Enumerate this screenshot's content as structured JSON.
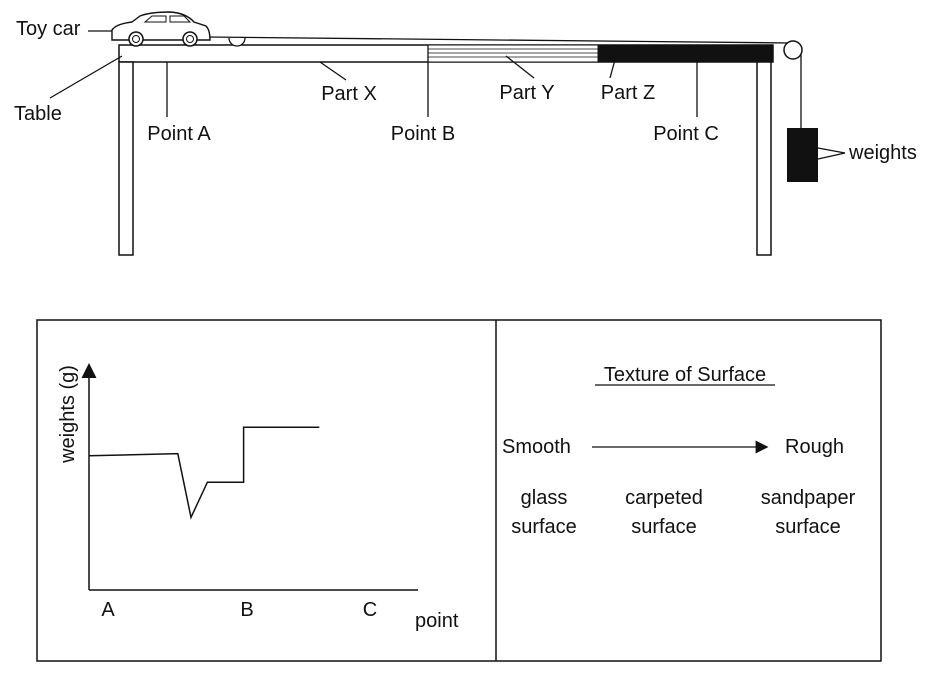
{
  "apparatus": {
    "toy_car_label": "Toy car",
    "table_label": "Table",
    "weights_label": "weights",
    "part_x_label": "Part X",
    "part_y_label": "Part Y",
    "part_z_label": "Part Z",
    "point_a_label": "Point A",
    "point_b_label": "Point B",
    "point_c_label": "Point C"
  },
  "graph_panel": {
    "y_axis_label": "weights (g)",
    "x_axis_label": "point",
    "tick_labels": [
      "A",
      "B",
      "C"
    ]
  },
  "texture_panel": {
    "heading": "Texture of Surface",
    "smooth_label": "Smooth",
    "rough_label": "Rough",
    "surfaces": [
      {
        "line1": "glass",
        "line2": "surface"
      },
      {
        "line1": "carpeted",
        "line2": "surface"
      },
      {
        "line1": "sandpaper",
        "line2": "surface"
      }
    ]
  },
  "chart_data": {
    "type": "line",
    "xlabel": "point",
    "ylabel": "weights (g)",
    "categories": [
      "A",
      "B",
      "C"
    ],
    "series": [
      {
        "values": [
          [
            0,
            0.61
          ],
          [
            0.27,
            0.62
          ],
          [
            0.31,
            0.33
          ],
          [
            0.36,
            0.49
          ],
          [
            0.47,
            0.49
          ],
          [
            0.47,
            0.74
          ],
          [
            0.7,
            0.74
          ]
        ]
      }
    ]
  }
}
